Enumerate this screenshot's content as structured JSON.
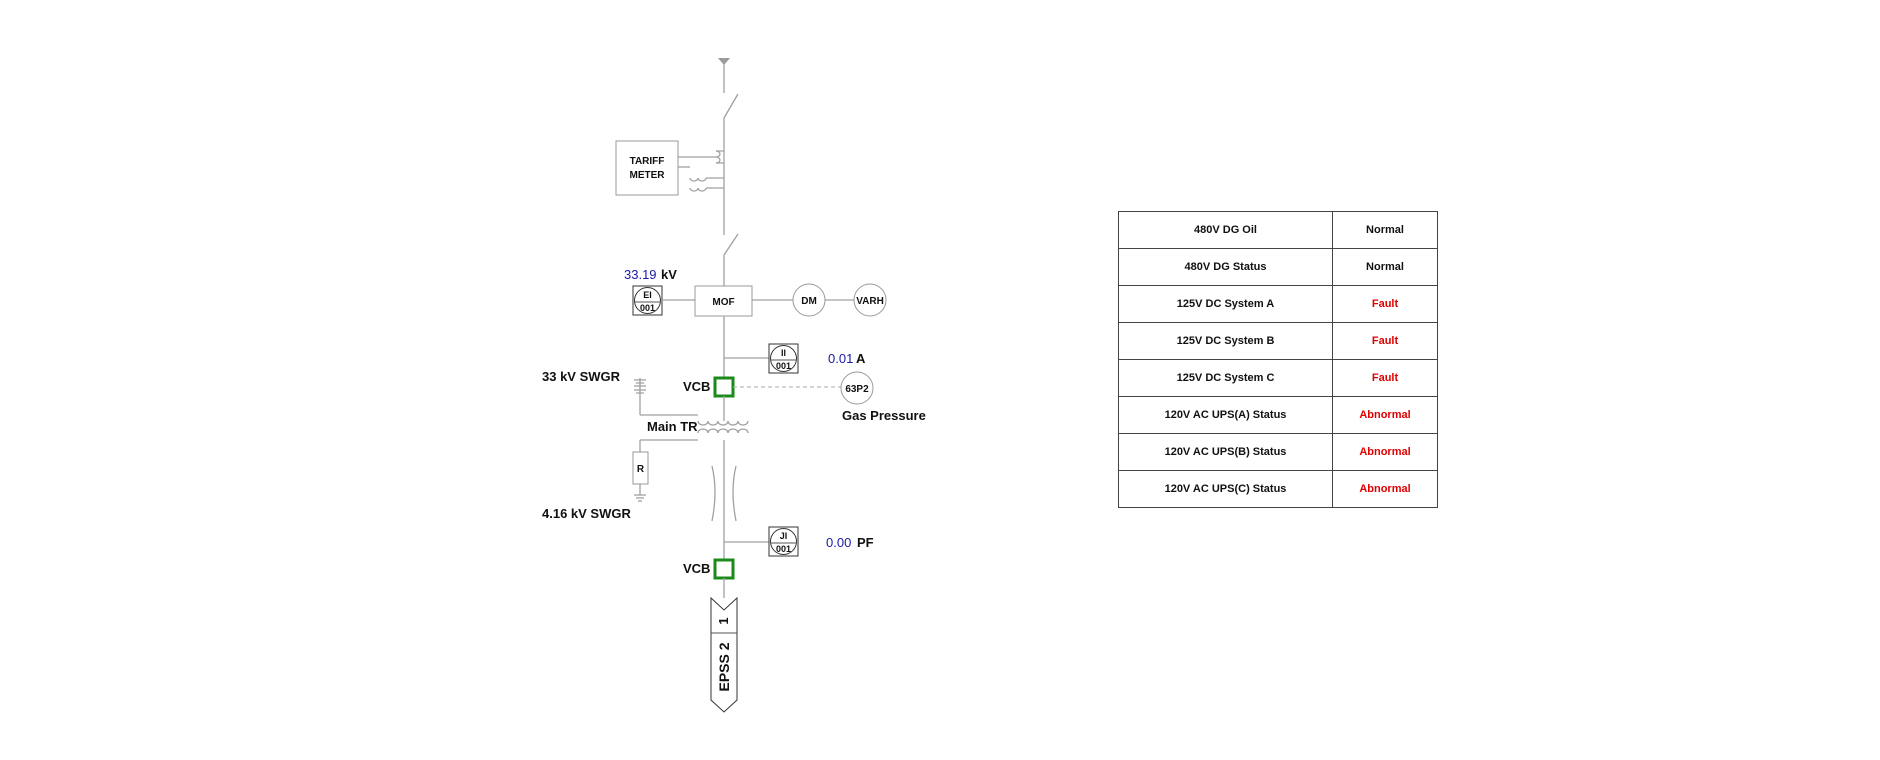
{
  "diagram": {
    "tariff_meter": [
      "TARIFF",
      "METER"
    ],
    "voltage": {
      "value": "33.19",
      "unit": "kV"
    },
    "current": {
      "value": "0.01",
      "unit": "A"
    },
    "power_factor": {
      "value": "0.00",
      "unit": "PF"
    },
    "mof": "MOF",
    "dm": "DM",
    "varh": "VARH",
    "meters": {
      "ei": {
        "tag": "EI",
        "num": "001"
      },
      "ii": {
        "tag": "II",
        "num": "001"
      },
      "ji": {
        "tag": "JI",
        "num": "001"
      }
    },
    "relay_63p2": "63P2",
    "gas_pressure": "Gas Pressure",
    "vcb_label": "VCB",
    "swgr_33": "33 kV SWGR",
    "swgr_416": "4.16 kV SWGR",
    "main_tr": "Main TR",
    "resistor": "R",
    "feeder": "EPSS 2",
    "feeder_no": "1",
    "breaker_color": "#1a8a1a"
  },
  "status_table": {
    "normal_color": "#111111",
    "alarm_color": "#e00000",
    "rows": [
      {
        "name": "480V DG Oil",
        "status": "Normal",
        "alarm": false
      },
      {
        "name": "480V DG Status",
        "status": "Normal",
        "alarm": false
      },
      {
        "name": "125V DC System A",
        "status": "Fault",
        "alarm": true
      },
      {
        "name": "125V DC System B",
        "status": "Fault",
        "alarm": true
      },
      {
        "name": "125V DC System C",
        "status": "Fault",
        "alarm": true
      },
      {
        "name": "120V AC UPS(A) Status",
        "status": "Abnormal",
        "alarm": true
      },
      {
        "name": "120V AC UPS(B) Status",
        "status": "Abnormal",
        "alarm": true
      },
      {
        "name": "120V AC UPS(C) Status",
        "status": "Abnormal",
        "alarm": true
      }
    ]
  }
}
